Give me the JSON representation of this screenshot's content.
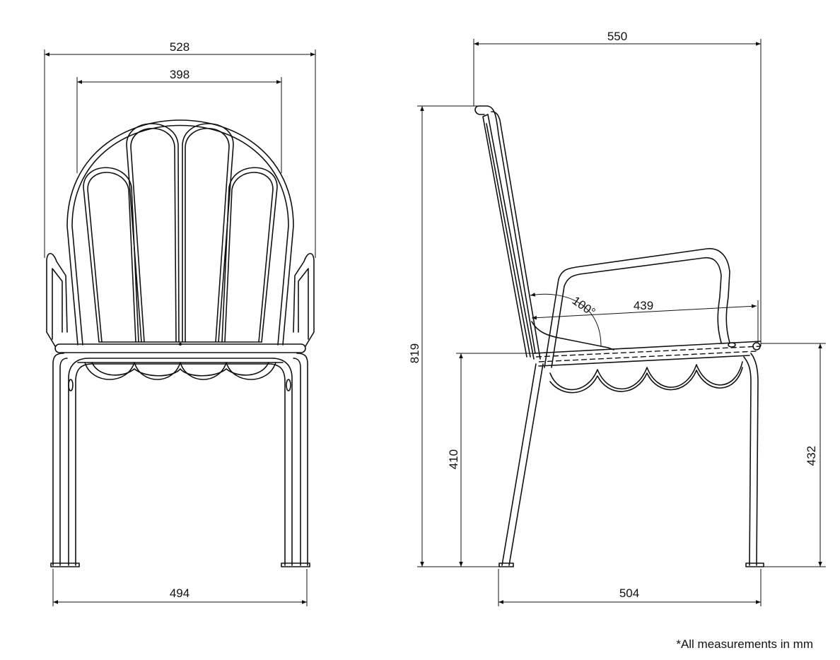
{
  "front_view": {
    "overall_width": "528",
    "back_width": "398",
    "leg_span": "494"
  },
  "side_view": {
    "overall_depth": "550",
    "overall_height": "819",
    "seat_height_front": "410",
    "seat_height_rear": "432",
    "seat_depth": "439",
    "backrest_angle": "100°",
    "leg_depth": "504"
  },
  "footnote": "*All measurements in mm",
  "colors": {
    "line": "#111111",
    "background": "#ffffff"
  }
}
